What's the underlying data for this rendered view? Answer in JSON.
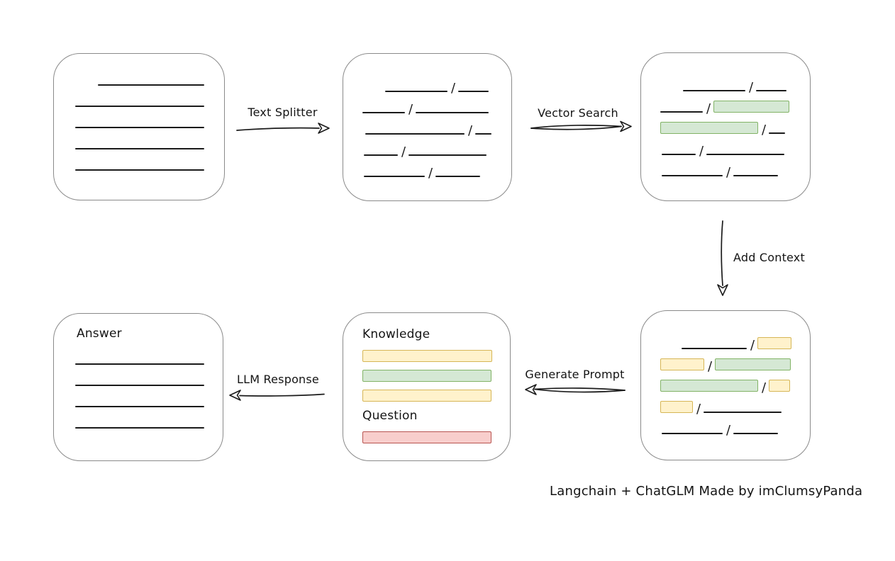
{
  "caption": "Langchain + ChatGLM Made by imClumsyPanda",
  "separator": "/",
  "labels": {
    "text_splitter": "Text Splitter",
    "vector_search": "Vector Search",
    "add_context": "Add Context",
    "generate_prompt": "Generate Prompt",
    "llm_response": "LLM Response",
    "knowledge": "Knowledge",
    "question": "Question",
    "answer": "Answer"
  },
  "colors": {
    "box_border": "#8a8a8a",
    "ink": "#1b1b1b",
    "green_fill": "#d5e8d4",
    "green_stroke": "#82b366",
    "yellow_fill": "#fff2cc",
    "yellow_stroke": "#d6b656",
    "red_fill": "#f8cecc",
    "red_stroke": "#b85450"
  },
  "boxes": {
    "document": {
      "rows": [
        {
          "indent": 62,
          "segments": [
            {
              "t": "line",
              "w": 150
            }
          ]
        },
        {
          "indent": 30,
          "segments": [
            {
              "t": "line",
              "w": 182
            }
          ]
        },
        {
          "indent": 30,
          "segments": [
            {
              "t": "line",
              "w": 182
            }
          ]
        },
        {
          "indent": 30,
          "segments": [
            {
              "t": "line",
              "w": 182
            }
          ]
        },
        {
          "indent": 30,
          "segments": [
            {
              "t": "line",
              "w": 182
            }
          ]
        }
      ]
    },
    "split_chunks": {
      "rows": [
        {
          "indent": 59,
          "segments": [
            {
              "t": "line",
              "w": 88
            },
            {
              "t": "line",
              "w": 43
            }
          ]
        },
        {
          "indent": 27,
          "segments": [
            {
              "t": "line",
              "w": 60
            },
            {
              "t": "line",
              "w": 103
            }
          ]
        },
        {
          "indent": 31,
          "segments": [
            {
              "t": "line",
              "w": 140
            },
            {
              "t": "line",
              "w": 23
            }
          ]
        },
        {
          "indent": 29,
          "segments": [
            {
              "t": "line",
              "w": 48
            },
            {
              "t": "line",
              "w": 110
            }
          ]
        },
        {
          "indent": 29,
          "segments": [
            {
              "t": "line",
              "w": 86
            },
            {
              "t": "line",
              "w": 63
            }
          ]
        }
      ]
    },
    "matched_chunks": {
      "rows": [
        {
          "indent": 59,
          "segments": [
            {
              "t": "line",
              "w": 88
            },
            {
              "t": "line",
              "w": 43
            }
          ]
        },
        {
          "indent": 27,
          "segments": [
            {
              "t": "line",
              "w": 60
            },
            {
              "t": "green",
              "w": 107
            }
          ]
        },
        {
          "indent": 27,
          "segments": [
            {
              "t": "green",
              "w": 138
            },
            {
              "t": "line",
              "w": 23
            }
          ]
        },
        {
          "indent": 29,
          "segments": [
            {
              "t": "line",
              "w": 48
            },
            {
              "t": "line",
              "w": 110
            }
          ]
        },
        {
          "indent": 29,
          "segments": [
            {
              "t": "line",
              "w": 86
            },
            {
              "t": "line",
              "w": 63
            }
          ]
        }
      ]
    },
    "context_chunks": {
      "rows": [
        {
          "indent": 57,
          "segments": [
            {
              "t": "line",
              "w": 92
            },
            {
              "t": "yellow",
              "w": 48
            }
          ]
        },
        {
          "indent": 27,
          "segments": [
            {
              "t": "yellow",
              "w": 62
            },
            {
              "t": "green",
              "w": 107
            }
          ]
        },
        {
          "indent": 27,
          "segments": [
            {
              "t": "green",
              "w": 138
            },
            {
              "t": "yellow",
              "w": 30
            }
          ]
        },
        {
          "indent": 27,
          "segments": [
            {
              "t": "yellow",
              "w": 46
            },
            {
              "t": "line",
              "w": 110
            }
          ]
        },
        {
          "indent": 29,
          "segments": [
            {
              "t": "line",
              "w": 86
            },
            {
              "t": "line",
              "w": 63
            }
          ]
        }
      ]
    },
    "prompt": {
      "knowledge_bars": [
        {
          "c": "yellow",
          "w": 183
        },
        {
          "c": "green",
          "w": 182
        },
        {
          "c": "yellow",
          "w": 182
        }
      ],
      "question_bars": [
        {
          "c": "red",
          "w": 182
        }
      ]
    },
    "answer": {
      "rows": [
        {
          "indent": 30,
          "segments": [
            {
              "t": "line",
              "w": 182
            }
          ]
        },
        {
          "indent": 30,
          "segments": [
            {
              "t": "line",
              "w": 182
            }
          ]
        },
        {
          "indent": 30,
          "segments": [
            {
              "t": "line",
              "w": 182
            }
          ]
        },
        {
          "indent": 30,
          "segments": [
            {
              "t": "line",
              "w": 182
            }
          ]
        }
      ]
    }
  }
}
